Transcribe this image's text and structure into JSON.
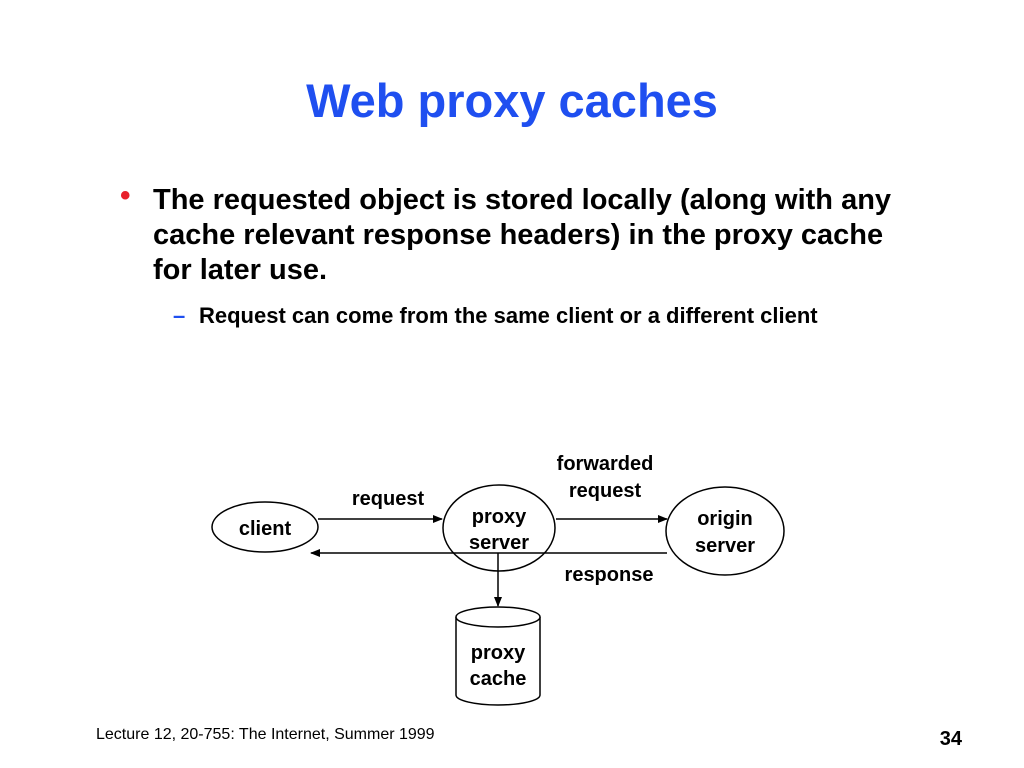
{
  "slide": {
    "title": "Web proxy caches",
    "bullets": [
      {
        "marker": "•",
        "text": "The requested object is stored locally (along with any cache relevant response headers) in the proxy cache for later use.",
        "sub": [
          {
            "marker": "–",
            "text": "Request can come from the same client or a different client"
          }
        ]
      }
    ]
  },
  "diagram": {
    "nodes": {
      "client": {
        "lines": [
          "client"
        ]
      },
      "proxy_server": {
        "lines": [
          "proxy",
          "server"
        ]
      },
      "origin_server": {
        "lines": [
          "origin",
          "server"
        ]
      },
      "proxy_cache": {
        "lines": [
          "proxy",
          "cache"
        ]
      }
    },
    "edges": {
      "request": {
        "label": "request"
      },
      "forwarded_request": {
        "label_lines": [
          "forwarded",
          "request"
        ]
      },
      "response": {
        "label": "response"
      }
    }
  },
  "footer": {
    "course": "Lecture 12, 20-755: The Internet, Summer 1999",
    "page_number": "34"
  },
  "colors": {
    "title": "#1f4ff0",
    "bullet": "#e8202a",
    "sub_bullet": "#1f4ff0",
    "text": "#000000",
    "background": "#ffffff"
  }
}
